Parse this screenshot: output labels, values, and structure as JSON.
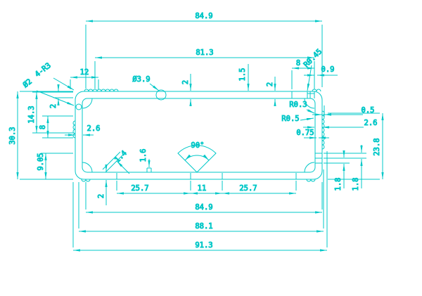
{
  "drawing": {
    "colors": {
      "line_color": "#00c8c8",
      "text_color": "#527a7a",
      "background": "#ffffff"
    },
    "dimensions": {
      "d84_9_top": "84.9",
      "d81_3": "81.3",
      "d12": "12",
      "d3_9_dia": "Ø3.9",
      "d2_top": "2",
      "d1_5": "1.5",
      "d8_top": "8",
      "r0_45": "R0.45",
      "d0_9": "0.9",
      "d2_notch": "2",
      "r3_corners": "4-R3",
      "d2_dia": "Ø2",
      "d14_3": "14.3",
      "d2_left": "2",
      "d8_left": "8",
      "d30_3": "30.3",
      "d2_6_left": "2.6",
      "d9_05": "9.05",
      "d1_4": "1.4",
      "d1_6": "1.6",
      "a90": "90°",
      "d2_bottom": "2",
      "d25_7_a": "25.7",
      "d11": "11",
      "d25_7_b": "25.7",
      "d84_9_bottom": "84.9",
      "d88_1": "88.1",
      "d91_3": "91.3",
      "r0_3": "R0.3",
      "r0_5": "R0.5",
      "d0_5": "0.5",
      "d2_6_right": "2.6",
      "d0_75": "0.75",
      "d23_8": "23.8",
      "d1_8_a": "1.8",
      "d1_8_b": "1.8"
    }
  }
}
